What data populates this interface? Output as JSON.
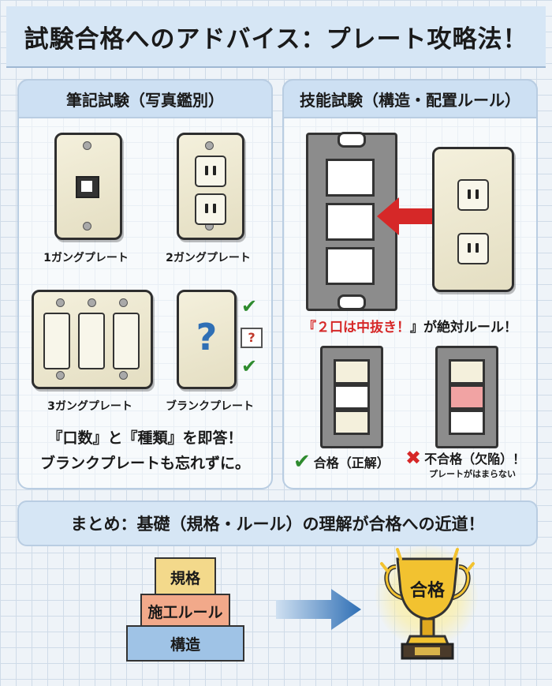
{
  "title": "試験合格へのアドバイス：プレート攻略法！",
  "left_panel": {
    "heading": "筆記試験（写真鑑別）",
    "plates": [
      {
        "label": "1ガングプレート"
      },
      {
        "label": "2ガングプレート"
      },
      {
        "label": "3ガングプレート"
      },
      {
        "label": "ブランクプレート"
      }
    ],
    "question_mark": "?",
    "checklist": [
      "✔",
      "?",
      "✔"
    ],
    "tip_line1": "『口数』と『種類』を即答！",
    "tip_line2": "ブランクプレートも忘れずに。"
  },
  "right_panel": {
    "heading": "技能試験（構造・配置ルール）",
    "rule_open": "『",
    "rule_highlight": "２口は中抜き！",
    "rule_close": "』が絶対ルール！",
    "pass_mark": "✔",
    "pass_label": "合格（正解）",
    "fail_mark": "✖",
    "fail_label": "不合格（欠陥）！",
    "fail_note": "プレートがはまらない"
  },
  "summary": {
    "heading": "まとめ：基礎（規格・ルール）の理解が合格への近道！",
    "blocks": [
      "規格",
      "施工ルール",
      "構造"
    ],
    "trophy_label": "合格"
  },
  "colors": {
    "accent_red": "#d62828",
    "pass_green": "#2e8b2e",
    "block_top": "#f3d98b",
    "block_mid": "#f2a98a",
    "block_bottom": "#9fc3e6",
    "trophy_gold": "#f2c230"
  }
}
